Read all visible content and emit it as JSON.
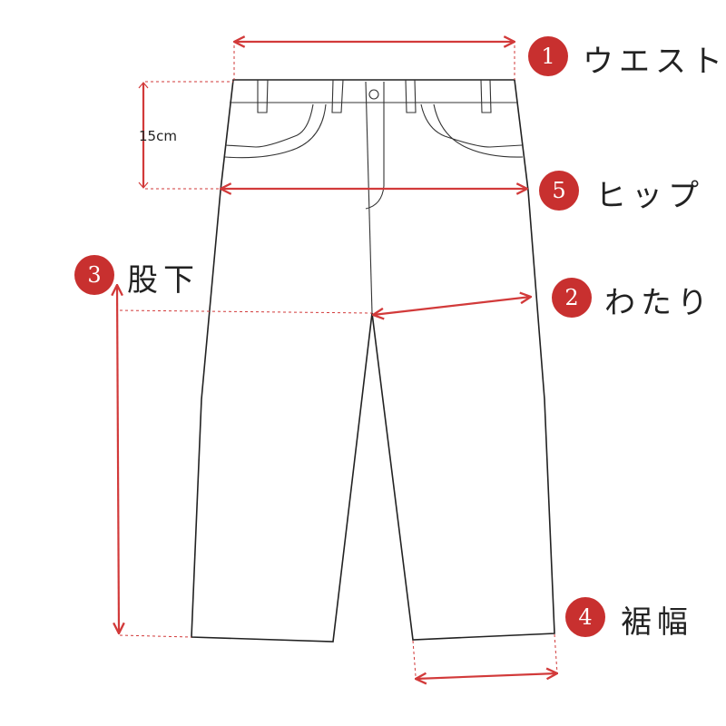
{
  "colors": {
    "accent": "#c8302f",
    "line": "#222222"
  },
  "measurements": [
    {
      "num": "1",
      "label": "ウエスト"
    },
    {
      "num": "2",
      "label": "わたり"
    },
    {
      "num": "3",
      "label": "股下"
    },
    {
      "num": "4",
      "label": "裾幅"
    },
    {
      "num": "5",
      "label": "ヒップ"
    }
  ],
  "hip_offset_label": "15cm"
}
